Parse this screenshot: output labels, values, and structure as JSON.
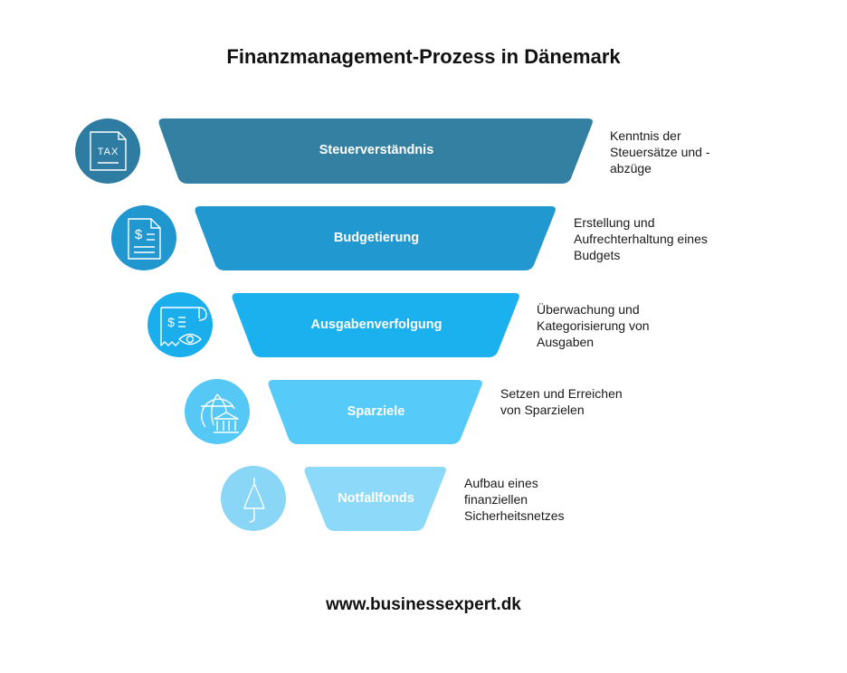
{
  "title": "Finanzmanagement-Prozess in Dänemark",
  "footer": "www.businessexpert.dk",
  "stages": [
    {
      "label": "Steuerverständnis",
      "description": [
        "Kenntnis der",
        "Steuersätze und -",
        "abzüge"
      ],
      "color": "#3380A3",
      "icon_color": "#2E7CA1",
      "icon": "tax-document-icon",
      "icon_text": "TAX"
    },
    {
      "label": "Budgetierung",
      "description": [
        "Erstellung und",
        "Aufrechterhaltung eines",
        "Budgets"
      ],
      "color": "#2198CF",
      "icon_color": "#2097CE",
      "icon": "budget-document-icon"
    },
    {
      "label": "Ausgabenverfolgung",
      "description": [
        "Überwachung und",
        "Kategorisierung von",
        "Ausgaben"
      ],
      "color": "#1BB0EE",
      "icon_color": "#1BAEEC",
      "icon": "expense-receipt-eye-icon"
    },
    {
      "label": "Sparziele",
      "description": [
        "Setzen und Erreichen",
        "von Sparzielen"
      ],
      "color": "#56CBF9",
      "icon_color": "#55C8F6",
      "icon": "globe-bank-icon"
    },
    {
      "label": "Notfallfonds",
      "description": [
        "Aufbau eines",
        "finanziellen",
        "Sicherheitsnetzes"
      ],
      "color": "#8DD9F9",
      "icon_color": "#8AD6F6",
      "icon": "umbrella-icon"
    }
  ]
}
